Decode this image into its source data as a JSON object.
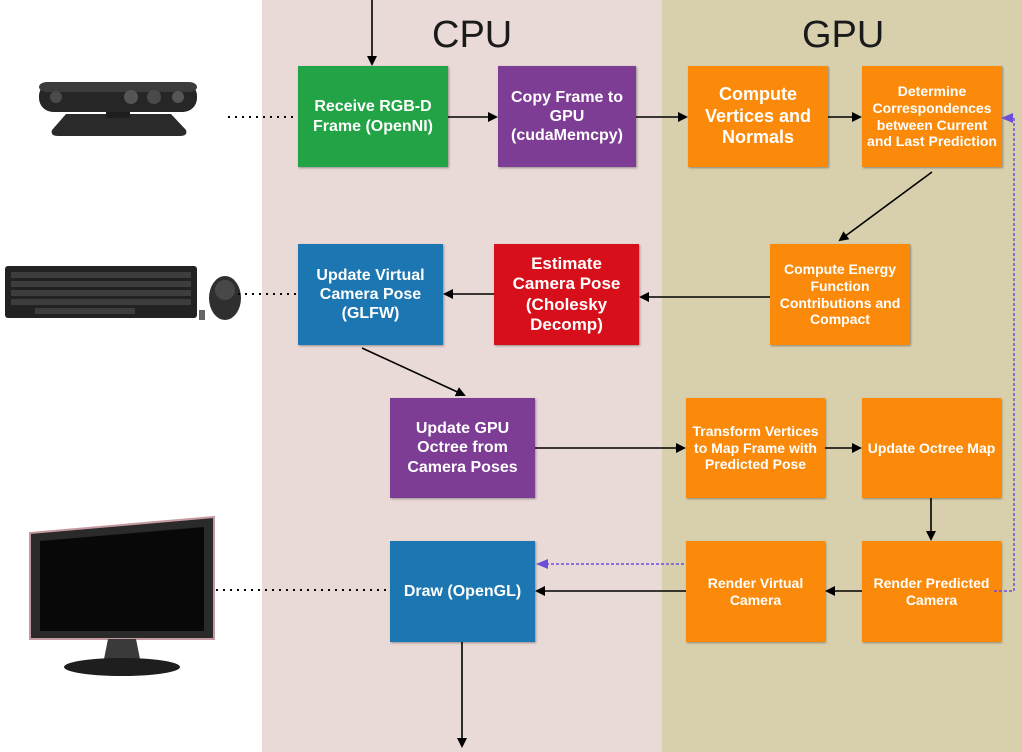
{
  "regions": {
    "cpu_label": "CPU",
    "gpu_label": "GPU"
  },
  "boxes": {
    "receive": "Receive RGB-D Frame (OpenNI)",
    "copy": "Copy Frame to GPU (cudaMemcpy)",
    "vertices": "Compute Vertices and Normals",
    "correspondence": "Determine Correspondences between Current and Last Prediction",
    "energy": "Compute Energy Function Contributions and Compact",
    "estimate": "Estimate Camera Pose (Cholesky Decomp)",
    "update_camera": "Update Virtual Camera Pose (GLFW)",
    "update_octree_cpu": "Update GPU Octree from Camera Poses",
    "transform": "Transform Vertices to Map Frame with Predicted Pose",
    "update_octree_map": "Update Octree Map",
    "draw": "Draw (OpenGL)",
    "render_virtual": "Render Virtual Camera",
    "render_predicted": "Render Predicted Camera"
  },
  "colors": {
    "cpu_bg": "#e9d9d7",
    "gpu_bg": "#d8d0ad",
    "green": "#22a346",
    "purple": "#7d3d95",
    "orange": "#fb8a0a",
    "red": "#d70f1a",
    "blue": "#1c76b1",
    "feedback_arrow": "#6b4fd8"
  },
  "devices": {
    "sensor": "depth-camera-icon",
    "keyboard": "keyboard-mouse-icon",
    "monitor": "monitor-icon"
  }
}
